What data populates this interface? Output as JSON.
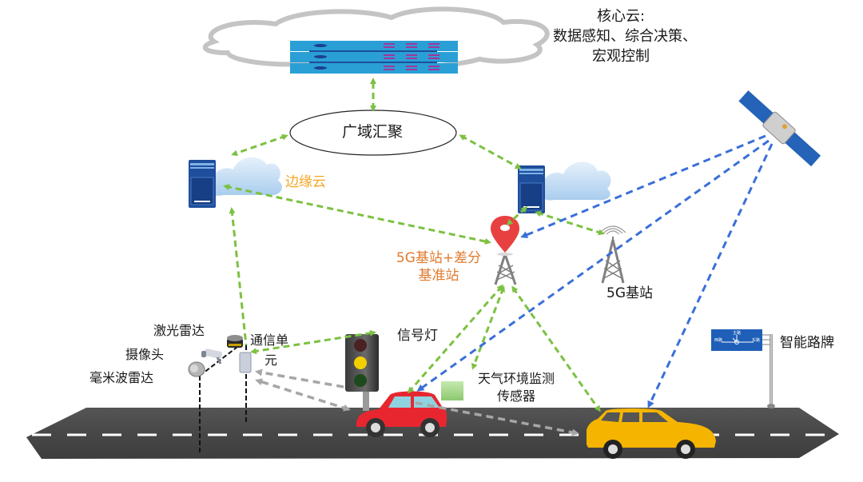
{
  "core_cloud": {
    "title": "核心云:",
    "line2": "数据感知、综合决策、",
    "line3": "宏观控制"
  },
  "wide_area": {
    "label": "广域汇聚"
  },
  "edge_cloud": {
    "label": "边缘云"
  },
  "base_station_rtk": {
    "line1": "5G基站+差分",
    "line2": "基准站"
  },
  "base_station_5g": {
    "label": "5G基站"
  },
  "sensors": {
    "lidar": "激光雷达",
    "camera": "摄像头",
    "mmwave_radar": "毫米波雷达"
  },
  "comm_unit": {
    "line1": "通信单",
    "line2": "元"
  },
  "traffic_light": {
    "label": "信号灯"
  },
  "weather_sensor": {
    "line1": "天气环境监测",
    "line2": "传感器"
  },
  "smart_sign": {
    "label": "智能路牌",
    "sign_top": "主路",
    "sign_left": "西路",
    "sign_right": "东路"
  },
  "colors": {
    "green_link": "#7cc142",
    "blue_link": "#3a6fd8",
    "gray_link": "#a6a6a6",
    "road": "#4a4a4a",
    "server_blue": "#1f4e9c",
    "rack_blue": "#2a9fd6",
    "red_car": "#e8262f",
    "yellow_car": "#f5b400",
    "pin_red": "#e84040"
  }
}
